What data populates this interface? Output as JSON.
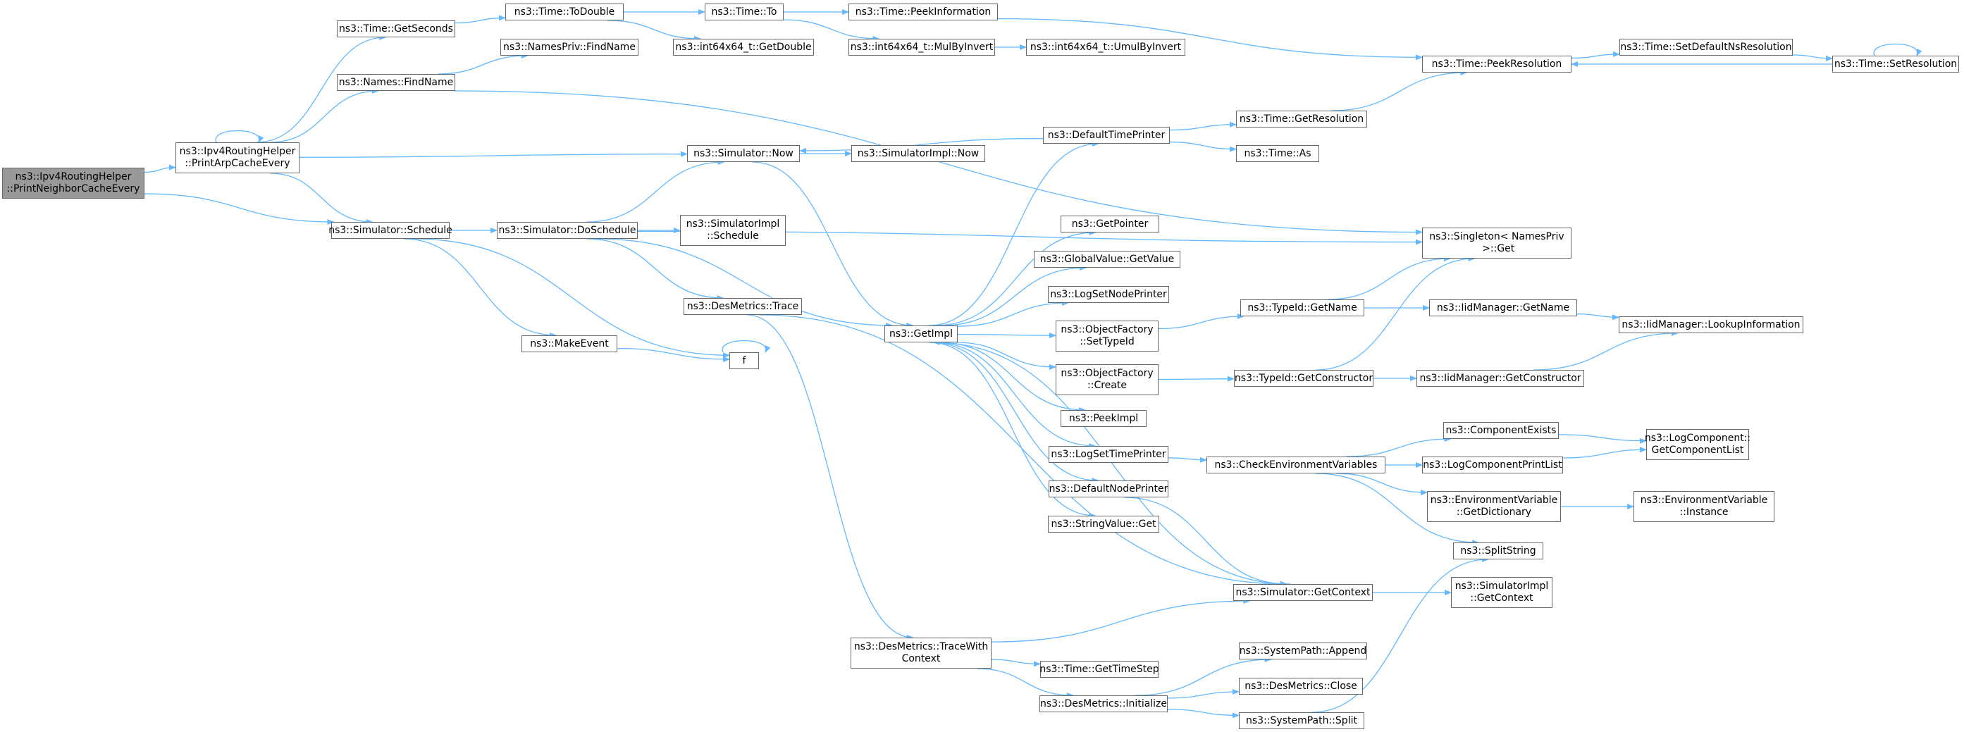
{
  "diagram": {
    "edge_color": "#63b8ff",
    "root_fill": "#999999",
    "node_border": "#666666",
    "nodes": [
      {
        "id": "n0",
        "label": "ns3::Ipv4RoutingHelper\n::PrintNeighborCacheEvery",
        "root": true
      },
      {
        "id": "n1",
        "label": "ns3::Ipv4RoutingHelper\n::PrintArpCacheEvery"
      },
      {
        "id": "n2",
        "label": "ns3::Simulator::Schedule"
      },
      {
        "id": "n3",
        "label": "ns3::Time::GetSeconds"
      },
      {
        "id": "n4",
        "label": "ns3::Time::ToDouble"
      },
      {
        "id": "n5",
        "label": "ns3::Time::To"
      },
      {
        "id": "n6",
        "label": "ns3::Time::PeekInformation"
      },
      {
        "id": "n7",
        "label": "ns3::int64x64_t::GetDouble"
      },
      {
        "id": "n8",
        "label": "ns3::int64x64_t::MulByInvert"
      },
      {
        "id": "n9",
        "label": "ns3::int64x64_t::UmulByInvert"
      },
      {
        "id": "n10",
        "label": "ns3::NamesPriv::FindName"
      },
      {
        "id": "n11",
        "label": "ns3::Names::FindName"
      },
      {
        "id": "n12",
        "label": "ns3::Time::PeekResolution"
      },
      {
        "id": "n13",
        "label": "ns3::Time::SetDefaultNsResolution"
      },
      {
        "id": "n14",
        "label": "ns3::Time::SetResolution"
      },
      {
        "id": "n15",
        "label": "ns3::Singleton< NamesPriv\n >::Get"
      },
      {
        "id": "n16",
        "label": "ns3::Simulator::Now"
      },
      {
        "id": "n17",
        "label": "ns3::SimulatorImpl::Now"
      },
      {
        "id": "n18",
        "label": "ns3::DefaultTimePrinter"
      },
      {
        "id": "n19",
        "label": "ns3::Time::GetResolution"
      },
      {
        "id": "n20",
        "label": "ns3::Time::As"
      },
      {
        "id": "n21",
        "label": "ns3::Simulator::DoSchedule"
      },
      {
        "id": "n22",
        "label": "ns3::SimulatorImpl\n::Schedule"
      },
      {
        "id": "n23",
        "label": "ns3::DesMetrics::Trace"
      },
      {
        "id": "n24",
        "label": "ns3::MakeEvent"
      },
      {
        "id": "n25",
        "label": "f"
      },
      {
        "id": "n26",
        "label": "ns3::GetImpl"
      },
      {
        "id": "n27",
        "label": "ns3::GetPointer"
      },
      {
        "id": "n28",
        "label": "ns3::GlobalValue::GetValue"
      },
      {
        "id": "n29",
        "label": "ns3::LogSetNodePrinter"
      },
      {
        "id": "n30",
        "label": "ns3::ObjectFactory\n::SetTypeId"
      },
      {
        "id": "n31",
        "label": "ns3::ObjectFactory\n::Create"
      },
      {
        "id": "n32",
        "label": "ns3::PeekImpl"
      },
      {
        "id": "n33",
        "label": "ns3::LogSetTimePrinter"
      },
      {
        "id": "n34",
        "label": "ns3::DefaultNodePrinter"
      },
      {
        "id": "n35",
        "label": "ns3::StringValue::Get"
      },
      {
        "id": "n36",
        "label": "ns3::TypeId::GetName"
      },
      {
        "id": "n37",
        "label": "ns3::TypeId::GetConstructor"
      },
      {
        "id": "n38",
        "label": "ns3::IidManager::GetName"
      },
      {
        "id": "n39",
        "label": "ns3::IidManager::GetConstructor"
      },
      {
        "id": "n40",
        "label": "ns3::IidManager::LookupInformation"
      },
      {
        "id": "n41",
        "label": "ns3::CheckEnvironmentVariables"
      },
      {
        "id": "n42",
        "label": "ns3::ComponentExists"
      },
      {
        "id": "n43",
        "label": "ns3::LogComponentPrintList"
      },
      {
        "id": "n44",
        "label": "ns3::LogComponent::\nGetComponentList"
      },
      {
        "id": "n45",
        "label": "ns3::EnvironmentVariable\n::GetDictionary"
      },
      {
        "id": "n46",
        "label": "ns3::EnvironmentVariable\n::Instance"
      },
      {
        "id": "n47",
        "label": "ns3::SplitString"
      },
      {
        "id": "n48",
        "label": "ns3::Simulator::GetContext"
      },
      {
        "id": "n49",
        "label": "ns3::SimulatorImpl\n::GetContext"
      },
      {
        "id": "n50",
        "label": "ns3::DesMetrics::TraceWith\nContext"
      },
      {
        "id": "n51",
        "label": "ns3::Time::GetTimeStep"
      },
      {
        "id": "n52",
        "label": "ns3::DesMetrics::Initialize"
      },
      {
        "id": "n53",
        "label": "ns3::SystemPath::Append"
      },
      {
        "id": "n54",
        "label": "ns3::DesMetrics::Close"
      },
      {
        "id": "n55",
        "label": "ns3::SystemPath::Split"
      }
    ],
    "edges": [
      [
        "n0",
        "n1"
      ],
      [
        "n0",
        "n2"
      ],
      [
        "n1",
        "n1"
      ],
      [
        "n1",
        "n3"
      ],
      [
        "n1",
        "n11"
      ],
      [
        "n1",
        "n16"
      ],
      [
        "n1",
        "n2"
      ],
      [
        "n3",
        "n4"
      ],
      [
        "n4",
        "n5"
      ],
      [
        "n4",
        "n7"
      ],
      [
        "n5",
        "n6"
      ],
      [
        "n5",
        "n8"
      ],
      [
        "n8",
        "n9"
      ],
      [
        "n6",
        "n12"
      ],
      [
        "n11",
        "n10"
      ],
      [
        "n11",
        "n15"
      ],
      [
        "n12",
        "n13"
      ],
      [
        "n13",
        "n14"
      ],
      [
        "n14",
        "n14"
      ],
      [
        "n14",
        "n12"
      ],
      [
        "n2",
        "n21"
      ],
      [
        "n2",
        "n24"
      ],
      [
        "n2",
        "n25"
      ],
      [
        "n21",
        "n16"
      ],
      [
        "n21",
        "n15"
      ],
      [
        "n21",
        "n22"
      ],
      [
        "n21",
        "n23"
      ],
      [
        "n21",
        "n26"
      ],
      [
        "n16",
        "n17"
      ],
      [
        "n16",
        "n26"
      ],
      [
        "n23",
        "n50"
      ],
      [
        "n23",
        "n48"
      ],
      [
        "n24",
        "n25"
      ],
      [
        "n25",
        "n25"
      ],
      [
        "n26",
        "n18"
      ],
      [
        "n26",
        "n27"
      ],
      [
        "n26",
        "n28"
      ],
      [
        "n26",
        "n29"
      ],
      [
        "n26",
        "n30"
      ],
      [
        "n26",
        "n31"
      ],
      [
        "n26",
        "n32"
      ],
      [
        "n26",
        "n33"
      ],
      [
        "n26",
        "n34"
      ],
      [
        "n26",
        "n35"
      ],
      [
        "n18",
        "n16"
      ],
      [
        "n18",
        "n19"
      ],
      [
        "n18",
        "n20"
      ],
      [
        "n19",
        "n12"
      ],
      [
        "n30",
        "n36"
      ],
      [
        "n31",
        "n37"
      ],
      [
        "n36",
        "n15"
      ],
      [
        "n36",
        "n38"
      ],
      [
        "n37",
        "n15"
      ],
      [
        "n37",
        "n39"
      ],
      [
        "n38",
        "n40"
      ],
      [
        "n39",
        "n40"
      ],
      [
        "n33",
        "n41"
      ],
      [
        "n41",
        "n42"
      ],
      [
        "n41",
        "n43"
      ],
      [
        "n41",
        "n45"
      ],
      [
        "n41",
        "n47"
      ],
      [
        "n42",
        "n44"
      ],
      [
        "n43",
        "n44"
      ],
      [
        "n45",
        "n46"
      ],
      [
        "n34",
        "n48"
      ],
      [
        "n48",
        "n26"
      ],
      [
        "n48",
        "n49"
      ],
      [
        "n50",
        "n48"
      ],
      [
        "n50",
        "n51"
      ],
      [
        "n50",
        "n52"
      ],
      [
        "n52",
        "n53"
      ],
      [
        "n52",
        "n54"
      ],
      [
        "n52",
        "n55"
      ],
      [
        "n55",
        "n47"
      ]
    ]
  }
}
